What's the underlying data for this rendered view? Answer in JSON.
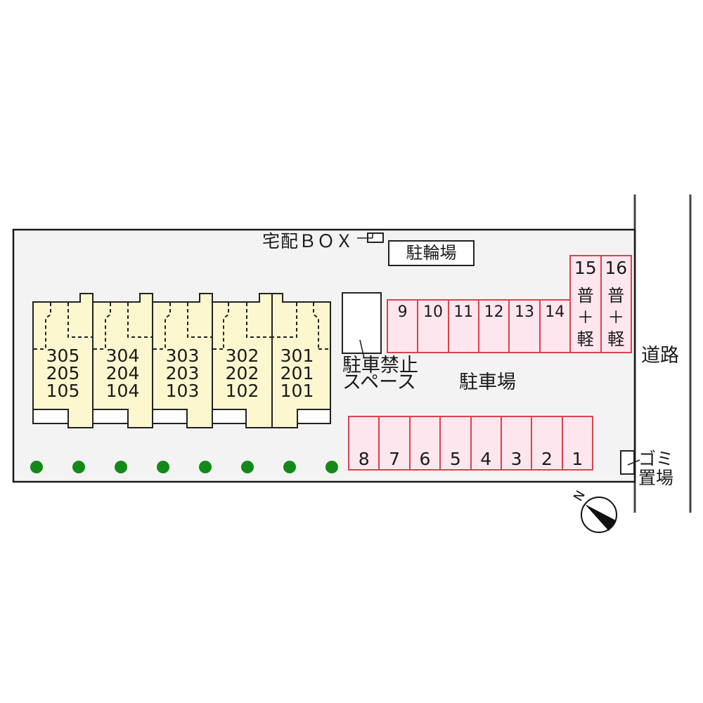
{
  "labels": {
    "delivery_box": "宅配ＢＯＸ",
    "bicycle_parking": "駐輪場",
    "no_parking_line1": "駐車禁止",
    "no_parking_line2": "スペース",
    "parking_lot": "駐車場",
    "road": "道路",
    "garbage_line1": "ゴミ",
    "garbage_line2": "置場",
    "compass_north": "N"
  },
  "building": {
    "units": [
      {
        "floors": [
          "305",
          "205",
          "105"
        ]
      },
      {
        "floors": [
          "304",
          "204",
          "104"
        ]
      },
      {
        "floors": [
          "303",
          "203",
          "103"
        ]
      },
      {
        "floors": [
          "302",
          "202",
          "102"
        ]
      },
      {
        "floors": [
          "301",
          "201",
          "101"
        ]
      }
    ]
  },
  "parking": {
    "top_row": [
      "9",
      "10",
      "11",
      "12",
      "13",
      "14"
    ],
    "tall_spaces": [
      {
        "number": "15",
        "type": [
          "普",
          "＋",
          "軽"
        ]
      },
      {
        "number": "16",
        "type": [
          "普",
          "＋",
          "軽"
        ]
      }
    ],
    "bottom_row": [
      "8",
      "7",
      "6",
      "5",
      "4",
      "3",
      "2",
      "1"
    ]
  },
  "trees": {
    "count": 8
  },
  "colors": {
    "lot_fill": "#f3f3f4",
    "building_fill": "#fcf7cf",
    "parking_fill": "#fde6ee",
    "parking_border": "#d9434e",
    "tree": "#138a17"
  }
}
